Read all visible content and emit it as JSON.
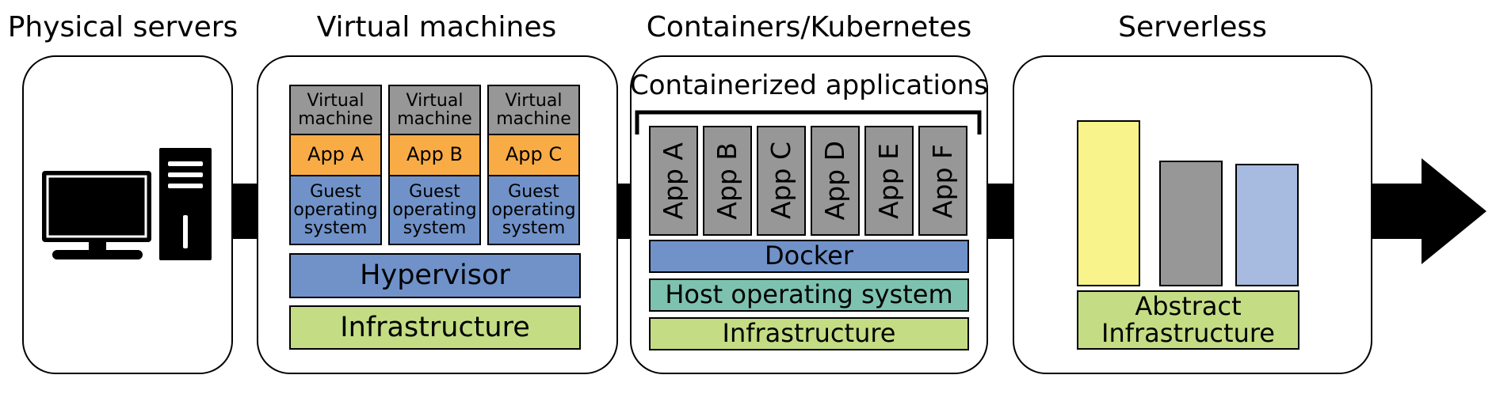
{
  "headings": {
    "physical": "Physical servers",
    "virtual": "Virtual machines",
    "containers": "Containers/Kubernetes",
    "serverless": "Serverless"
  },
  "vm_panel": {
    "columns": [
      {
        "vm_label": "Virtual\nmachine",
        "app_label": "App A",
        "guest_label": "Guest\noperating\nsystem"
      },
      {
        "vm_label": "Virtual\nmachine",
        "app_label": "App B",
        "guest_label": "Guest\noperating\nsystem"
      },
      {
        "vm_label": "Virtual\nmachine",
        "app_label": "App C",
        "guest_label": "Guest\noperating\nsystem"
      }
    ],
    "hypervisor": "Hypervisor",
    "infrastructure": "Infrastructure"
  },
  "container_panel": {
    "title": "Containerized applications",
    "apps": [
      "App A",
      "App B",
      "App C",
      "App D",
      "App E",
      "App F"
    ],
    "docker": "Docker",
    "host_os": "Host operating system",
    "infrastructure": "Infrastructure"
  },
  "serverless_panel": {
    "infrastructure": "Abstract\nInfrastructure"
  },
  "colors": {
    "gray": "#979797",
    "orange": "#f9ac45",
    "blue": "#7092c9",
    "green": "#c4dc84",
    "teal": "#7dc2ae",
    "yellow": "#f8f38a",
    "light_blue": "#a6bbdf"
  }
}
